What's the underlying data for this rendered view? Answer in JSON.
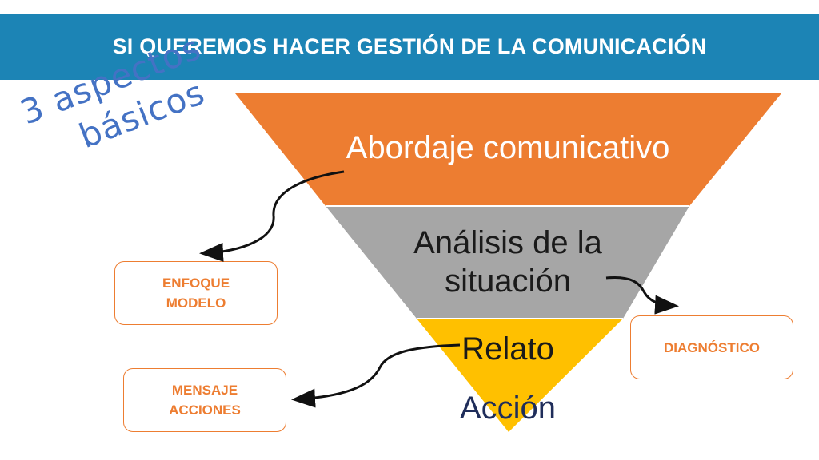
{
  "header": {
    "title": "SI QUEREMOS HACER GESTIÓN DE LA COMUNICACIÓN"
  },
  "aside": {
    "line1": "3 aspectos",
    "line2": "básicos"
  },
  "funnel": {
    "level1": "Abordaje comunicativo",
    "level2_line1": "Análisis de la",
    "level2_line2": "situación",
    "level3": "Relato",
    "level4": "Acción",
    "colors": {
      "level1": "#ed7d31",
      "level2": "#a6a6a6",
      "level3": "#ffc000"
    }
  },
  "boxes": {
    "enfoque": {
      "line1": "ENFOQUE",
      "line2": "MODELO"
    },
    "mensaje": {
      "line1": "MENSAJE",
      "line2": "ACCIONES"
    },
    "diagnostico": {
      "label": "DIAGNÓSTICO"
    }
  }
}
